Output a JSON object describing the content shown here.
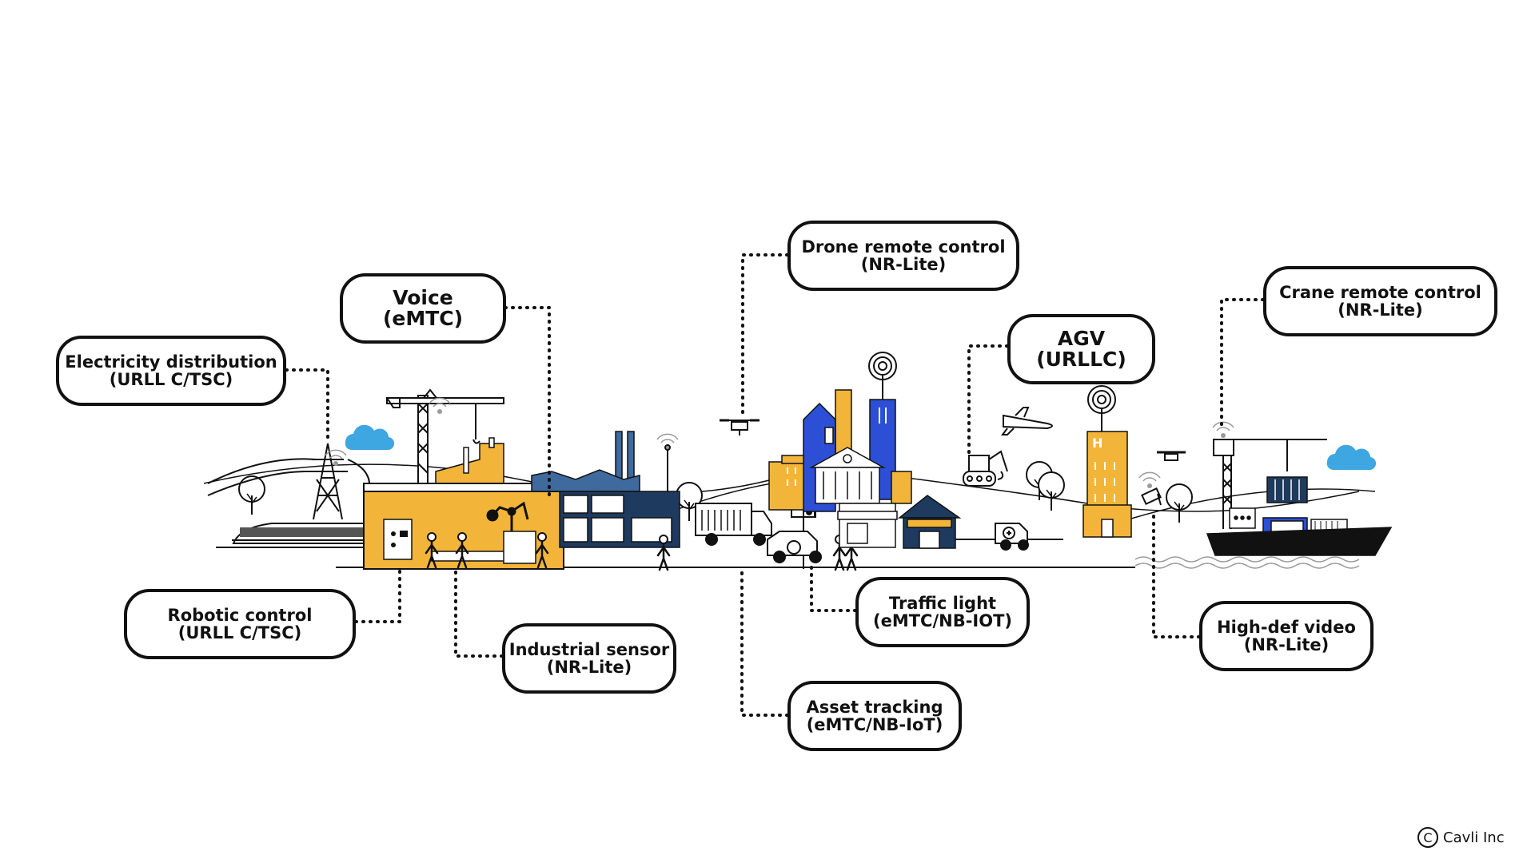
{
  "labels": {
    "electricity": {
      "line1": "Electricity distribution",
      "line2": "(URLL C/TSC)"
    },
    "voice": {
      "line1": "Voice",
      "line2": "(eMTC)"
    },
    "drone": {
      "line1": "Drone remote control",
      "line2": "(NR-Lite)"
    },
    "agv": {
      "line1": "AGV",
      "line2": "(URLLC)"
    },
    "crane": {
      "line1": "Crane remote control",
      "line2": "(NR-Lite)"
    },
    "robotic": {
      "line1": "Robotic control",
      "line2": "(URLL C/TSC)"
    },
    "industrial": {
      "line1": "Industrial sensor",
      "line2": "(NR-Lite)"
    },
    "traffic": {
      "line1": "Traffic light",
      "line2": "(eMTC/NB-IOT)"
    },
    "asset": {
      "line1": "Asset tracking",
      "line2": "(eMTC/NB-IoT)"
    },
    "video": {
      "line1": "High-def video",
      "line2": "(NR-Lite)"
    }
  },
  "copyright": {
    "symbol": "C",
    "text": "Cavli Inc"
  },
  "colors": {
    "yellow": "#F2B53A",
    "blue": "#2D4FD6",
    "navy": "#1F3A5F",
    "steel": "#3E6A9E",
    "sky": "#3EA6E0",
    "ink": "#111111"
  },
  "icons": [
    "cloud-icon",
    "transmission-tower-icon",
    "train-icon",
    "construction-crane-icon",
    "factory-icon",
    "robot-arm-icon",
    "worker-icon",
    "cell-antenna-icon",
    "drone-icon",
    "truck-icon",
    "traffic-light-icon",
    "car-icon",
    "pedestrian-icon",
    "bank-icon",
    "building-icon",
    "shop-icon",
    "ambulance-icon",
    "airplane-icon",
    "excavator-icon",
    "hospital-icon",
    "tree-icon",
    "security-camera-icon",
    "port-crane-icon",
    "container-ship-icon"
  ]
}
